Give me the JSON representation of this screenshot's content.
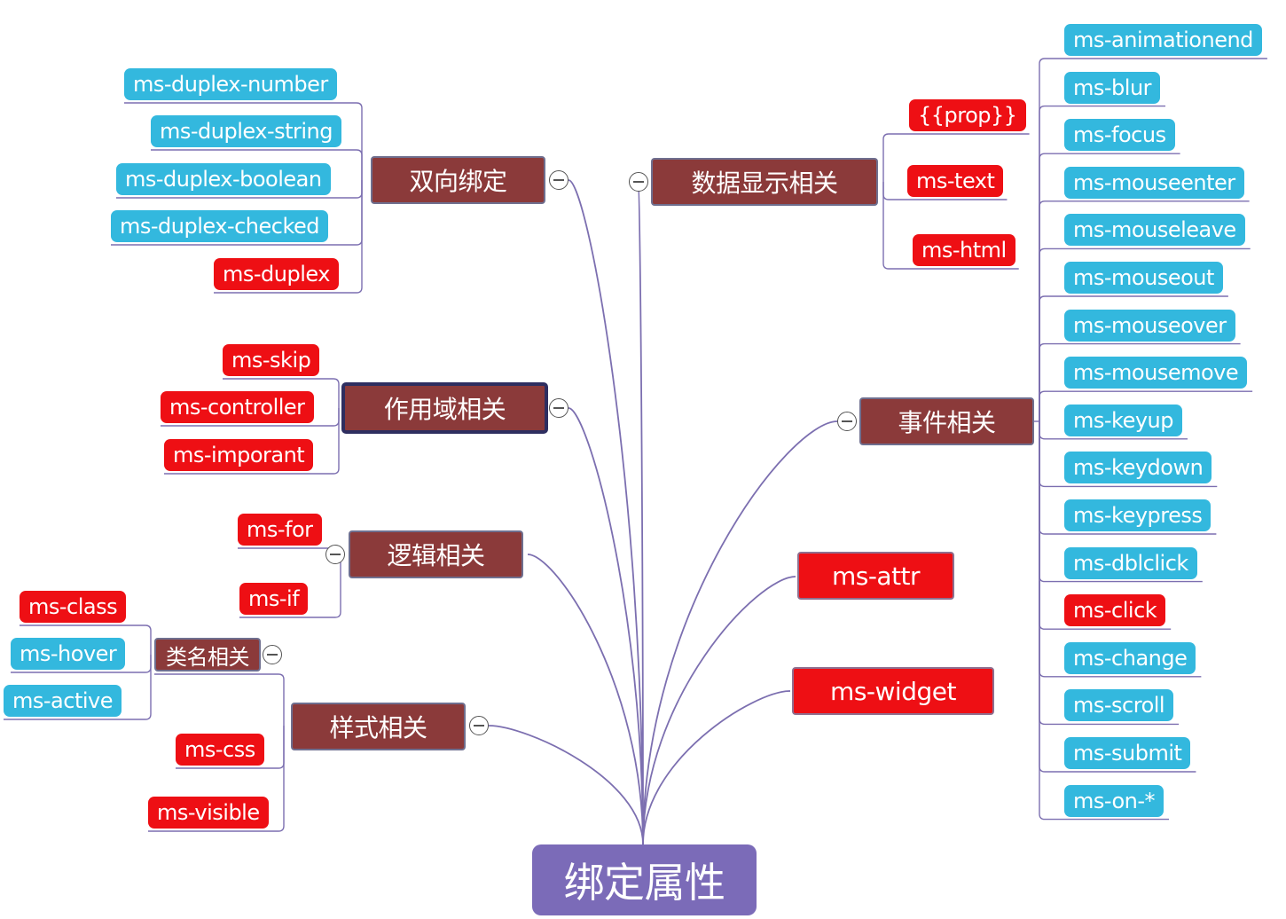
{
  "root": {
    "label": "绑定属性"
  },
  "branches": {
    "two_way": {
      "label": "双向绑定",
      "items": [
        {
          "label": "ms-duplex-number",
          "color": "blue"
        },
        {
          "label": "ms-duplex-string",
          "color": "blue"
        },
        {
          "label": "ms-duplex-boolean",
          "color": "blue"
        },
        {
          "label": "ms-duplex-checked",
          "color": "blue"
        },
        {
          "label": "ms-duplex",
          "color": "red"
        }
      ]
    },
    "scope": {
      "label": "作用域相关",
      "items": [
        {
          "label": "ms-skip",
          "color": "red"
        },
        {
          "label": "ms-controller",
          "color": "red"
        },
        {
          "label": "ms-imporant",
          "color": "red"
        }
      ]
    },
    "logic": {
      "label": "逻辑相关",
      "items": [
        {
          "label": "ms-for",
          "color": "red"
        },
        {
          "label": "ms-if",
          "color": "red"
        }
      ]
    },
    "style": {
      "label": "样式相关",
      "classname": {
        "label": "类名相关",
        "items": [
          {
            "label": "ms-class",
            "color": "red"
          },
          {
            "label": "ms-hover",
            "color": "blue"
          },
          {
            "label": "ms-active",
            "color": "blue"
          }
        ]
      },
      "items": [
        {
          "label": "ms-css",
          "color": "red"
        },
        {
          "label": "ms-visible",
          "color": "red"
        }
      ]
    },
    "data_display": {
      "label": "数据显示相关",
      "items": [
        {
          "label": "{{prop}}",
          "color": "red"
        },
        {
          "label": "ms-text",
          "color": "red"
        },
        {
          "label": "ms-html",
          "color": "red"
        }
      ]
    },
    "events": {
      "label": "事件相关",
      "items": [
        {
          "label": "ms-animationend",
          "color": "blue"
        },
        {
          "label": "ms-blur",
          "color": "blue"
        },
        {
          "label": "ms-focus",
          "color": "blue"
        },
        {
          "label": "ms-mouseenter",
          "color": "blue"
        },
        {
          "label": "ms-mouseleave",
          "color": "blue"
        },
        {
          "label": "ms-mouseout",
          "color": "blue"
        },
        {
          "label": "ms-mouseover",
          "color": "blue"
        },
        {
          "label": "ms-mousemove",
          "color": "blue"
        },
        {
          "label": "ms-keyup",
          "color": "blue"
        },
        {
          "label": "ms-keydown",
          "color": "blue"
        },
        {
          "label": "ms-keypress",
          "color": "blue"
        },
        {
          "label": "ms-dblclick",
          "color": "blue"
        },
        {
          "label": "ms-click",
          "color": "red"
        },
        {
          "label": "ms-change",
          "color": "blue"
        },
        {
          "label": "ms-scroll",
          "color": "blue"
        },
        {
          "label": "ms-submit",
          "color": "blue"
        },
        {
          "label": "ms-on-*",
          "color": "blue"
        }
      ]
    },
    "attr": {
      "label": "ms-attr"
    },
    "widget": {
      "label": "ms-widget"
    }
  },
  "colors": {
    "blue": "#33b8de",
    "red": "#ee0f14",
    "branch": "#8b3a3a",
    "root": "#7b6bb8",
    "line": "#7c6fb0"
  }
}
